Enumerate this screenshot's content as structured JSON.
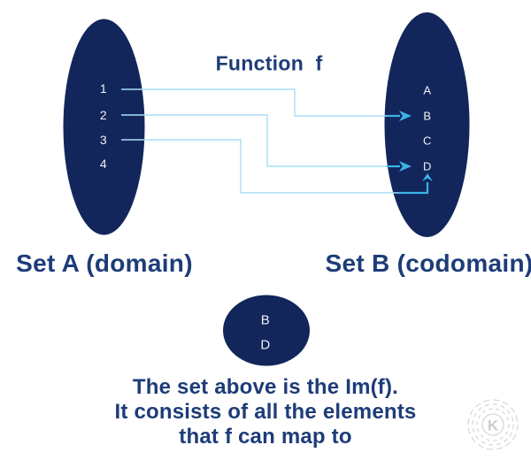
{
  "title": "Function  f",
  "sets": {
    "domain": {
      "label": "Set A (domain)",
      "elements": [
        "1",
        "2",
        "3",
        "4"
      ]
    },
    "codomain": {
      "label": "Set B (codomain)",
      "elements": [
        "A",
        "B",
        "C",
        "D"
      ]
    },
    "image": {
      "elements": [
        "B",
        "D"
      ]
    }
  },
  "mappings": [
    {
      "from": "1",
      "to": "B"
    },
    {
      "from": "2",
      "to": "D"
    },
    {
      "from": "3",
      "to": "D"
    }
  ],
  "caption": {
    "lines": [
      "The set above is the Im(f).",
      "It consists of all the elements",
      "that f can map to"
    ]
  },
  "watermark": {
    "letter": "K"
  },
  "colors": {
    "set_fill": "#12265b",
    "heading_text": "#1d3c78",
    "element_text": "#edf1f7",
    "connector_line": "#a9def5",
    "connector_arrow": "#3cb4e8",
    "watermark_gray": "#d7d9dc",
    "background": "#ffffff"
  }
}
